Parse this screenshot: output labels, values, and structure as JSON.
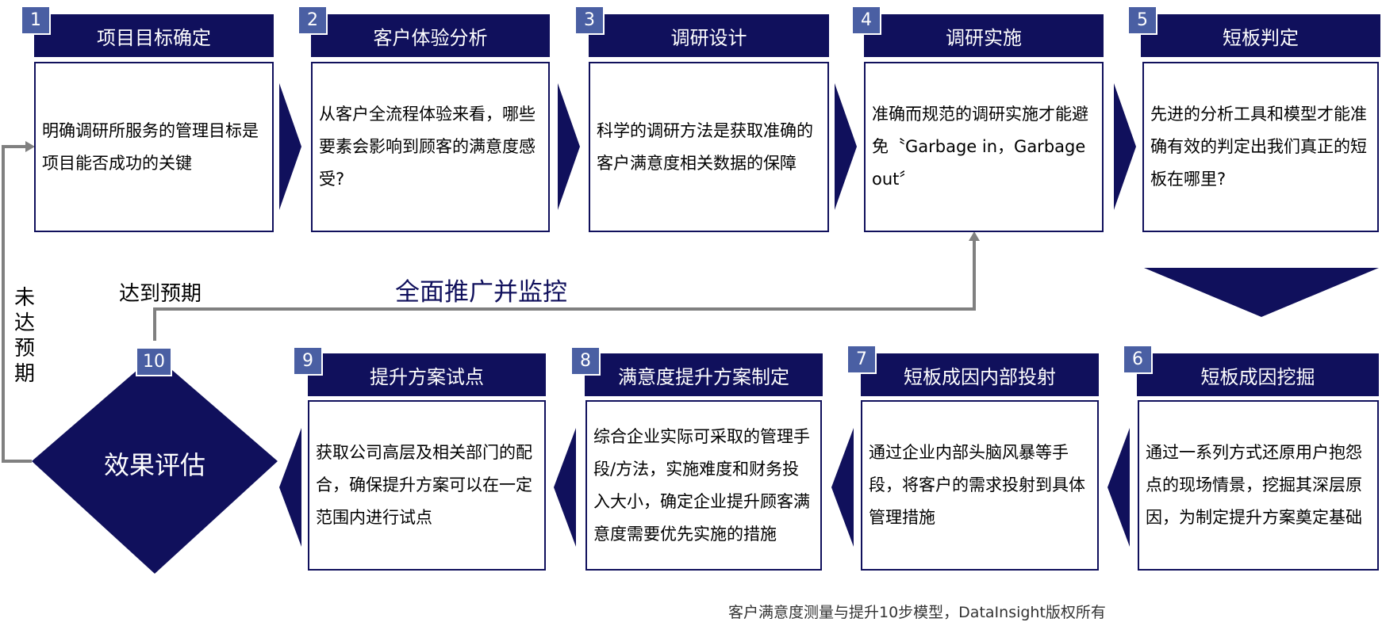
{
  "colors": {
    "navy": "#10105c",
    "number_bg": "#4a5fa3",
    "connector": "#808080"
  },
  "steps": [
    {
      "num": "1",
      "title": "项目目标确定",
      "desc": "明确调研所服务的管理目标是项目能否成功的关键"
    },
    {
      "num": "2",
      "title": "客户体验分析",
      "desc": "从客户全流程体验来看，哪些要素会影响到顾客的满意度感受?"
    },
    {
      "num": "3",
      "title": "调研设计",
      "desc": "科学的调研方法是获取准确的客户满意度相关数据的保障"
    },
    {
      "num": "4",
      "title": "调研实施",
      "desc": "准确而规范的调研实施才能避免〝Garbage in，Garbage out〞"
    },
    {
      "num": "5",
      "title": "短板判定",
      "desc": "先进的分析工具和模型才能准确有效的判定出我们真正的短板在哪里?"
    },
    {
      "num": "6",
      "title": "短板成因挖掘",
      "desc": "通过一系列方式还原用户抱怨点的现场情景，挖掘其深层原因，为制定提升方案奠定基础"
    },
    {
      "num": "7",
      "title": "短板成因内部投射",
      "desc": "通过企业内部头脑风暴等手段，将客户的需求投射到具体管理措施"
    },
    {
      "num": "8",
      "title": "满意度提升方案制定",
      "desc": "综合企业实际可采取的管理手段/方法，实施难度和财务投入大小，确定企业提升顾客满意度需要优先实施的措施"
    },
    {
      "num": "9",
      "title": "提升方案试点",
      "desc": "获取公司高层及相关部门的配合，确保提升方案可以在一定范围内进行试点"
    },
    {
      "num": "10",
      "title": "效果评估"
    }
  ],
  "labels": {
    "not_reached": "未达预期",
    "reached": "达到预期",
    "rollout": "全面推广并监控",
    "caption": "客户满意度测量与提升10步模型，DataInsight版权所有"
  }
}
